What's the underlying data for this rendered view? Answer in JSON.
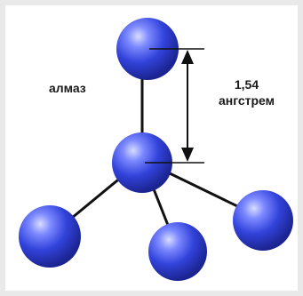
{
  "diagram": {
    "substance_label": "алмаз",
    "bond_length_value": "1,54",
    "bond_length_unit": "ангстрем",
    "colors": {
      "atom_fill": "#3f4fe0",
      "atom_highlight": "#c9d2ff",
      "atom_shadow": "#1a237a",
      "bond": "#111111",
      "dimension": "#111111"
    }
  }
}
